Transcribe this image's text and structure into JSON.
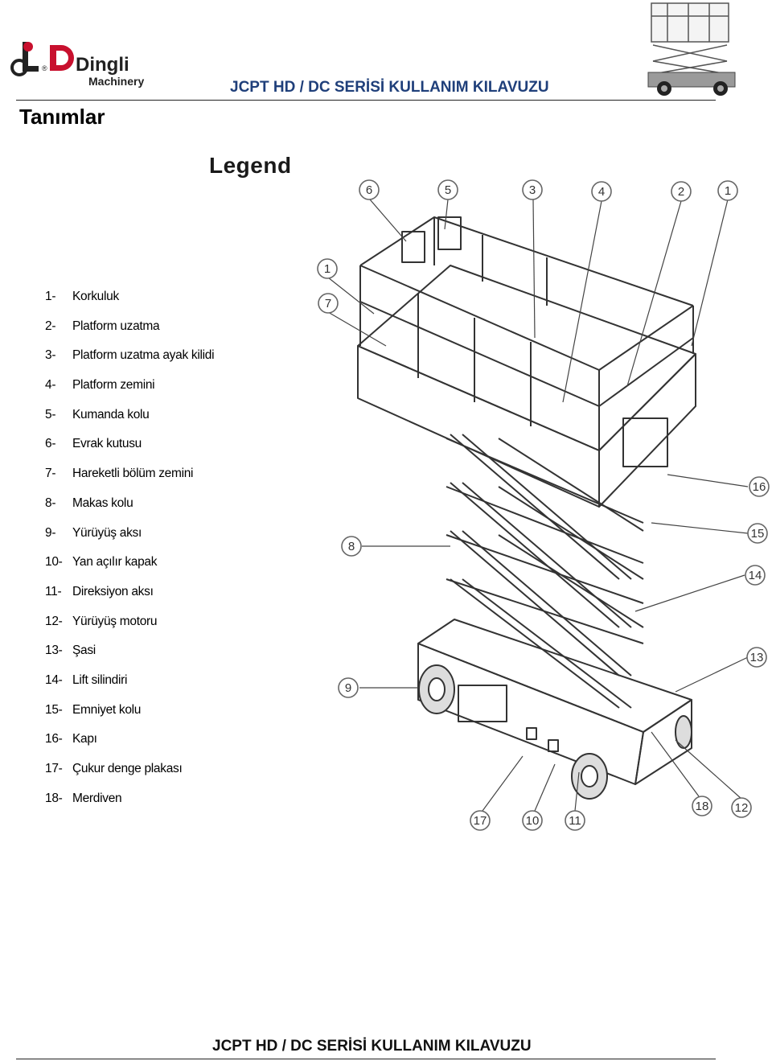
{
  "header": {
    "logo_text_main": "Dingli",
    "logo_text_sub": "Machinery",
    "title": "JCPT HD / DC SERİSİ KULLANIM KILAVUZU"
  },
  "section_title": "Tanımlar",
  "legend": {
    "title": "Legend",
    "items": [
      {
        "num": "1-",
        "label": "Korkuluk"
      },
      {
        "num": "2-",
        "label": "Platform uzatma"
      },
      {
        "num": "3-",
        "label": "Platform uzatma ayak kilidi"
      },
      {
        "num": "4-",
        "label": "Platform zemini"
      },
      {
        "num": "5-",
        "label": "Kumanda kolu"
      },
      {
        "num": "6-",
        "label": "Evrak kutusu"
      },
      {
        "num": "7-",
        "label": "Hareketli bölüm zemini"
      },
      {
        "num": "8-",
        "label": "Makas kolu"
      },
      {
        "num": "9-",
        "label": "Yürüyüş aksı"
      },
      {
        "num": "10-",
        "label": "Yan açılır kapak"
      },
      {
        "num": "11-",
        "label": "Direksiyon aksı"
      },
      {
        "num": "12-",
        "label": "Yürüyüş motoru"
      },
      {
        "num": "13-",
        "label": "Şasi"
      },
      {
        "num": "14-",
        "label": "Lift silindiri"
      },
      {
        "num": "15-",
        "label": "Emniyet kolu"
      },
      {
        "num": "16-",
        "label": "Kapı"
      },
      {
        "num": "17-",
        "label": "Çukur denge plakası"
      },
      {
        "num": "18-",
        "label": "Merdiven"
      }
    ]
  },
  "diagram": {
    "callouts": [
      "1",
      "2",
      "3",
      "4",
      "5",
      "6",
      "1",
      "7",
      "8",
      "9",
      "10",
      "11",
      "12",
      "13",
      "14",
      "15",
      "16",
      "17",
      "18"
    ]
  },
  "footer": {
    "title": "JCPT HD / DC SERİSİ KULLANIM KILAVUZU"
  }
}
